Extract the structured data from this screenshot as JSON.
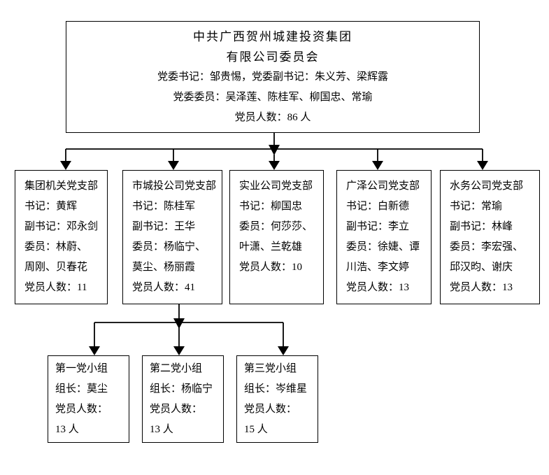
{
  "root_box": {
    "lines": [
      "中共广西贺州城建投资集团",
      "有限公司委员会",
      "党委书记：邹贵惕，党委副书记：朱义芳、梁辉露",
      "党委委员：吴泽莲、陈桂军、柳国忠、常瑜",
      "党员人数：86 人"
    ]
  },
  "branch_boxes": [
    {
      "lines": [
        "集团机关党支部",
        "书记：黄辉",
        "副书记：邓永剑",
        "委员：林蔚、",
        "周刚、贝春花",
        "党员人数：11"
      ]
    },
    {
      "lines": [
        "市城投公司党支部",
        "书记：陈桂军",
        "副书记：王华",
        "委员：杨临宁、",
        "莫尘、杨丽霞",
        "党员人数：41"
      ]
    },
    {
      "lines": [
        "实业公司党支部",
        "书记：柳国忠",
        "委员：何莎莎、",
        "叶潇、兰乾雄",
        "党员人数：10"
      ]
    },
    {
      "lines": [
        "广泽公司党支部",
        "书记：白新德",
        "副书记：李立",
        "委员：徐婕、谭",
        "川浩、李文婷",
        "党员人数：13"
      ]
    },
    {
      "lines": [
        "水务公司党支部",
        "书记：常瑜",
        "副书记：林峰",
        "委员：李宏强、",
        "邱汉昀、谢庆",
        "党员人数：13"
      ]
    }
  ],
  "group_boxes": [
    {
      "lines": [
        "第一党小组",
        "组长：莫尘",
        "党员人数：",
        "13 人"
      ]
    },
    {
      "lines": [
        "第二党小组",
        "组长：杨临宁",
        "党员人数：",
        "13 人"
      ]
    },
    {
      "lines": [
        "第三党小组",
        "组长：岑维星",
        "党员人数：",
        "15 人"
      ]
    }
  ],
  "colors": {
    "line": "#000000",
    "background": "#ffffff",
    "text": "#000000"
  }
}
